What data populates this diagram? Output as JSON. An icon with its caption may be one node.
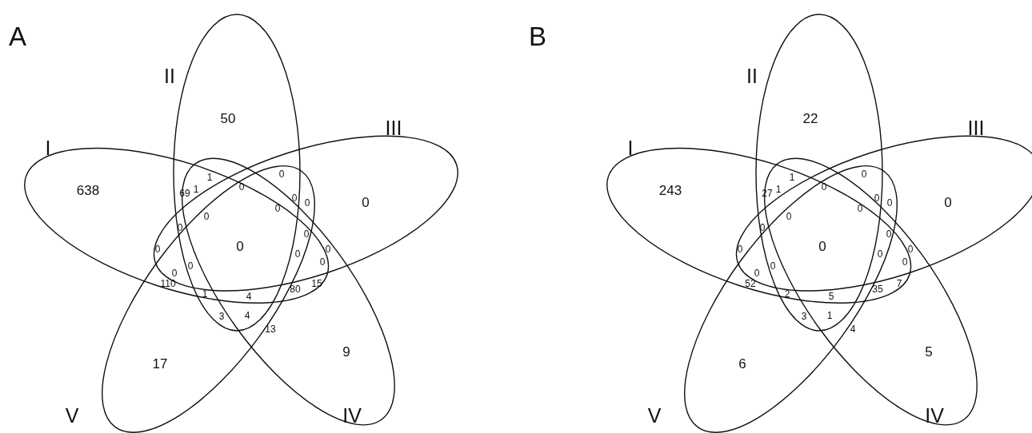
{
  "diagram": {
    "labels": [
      "A",
      "II",
      "50",
      "III",
      "I",
      "1",
      "0",
      "638",
      "69",
      "1",
      "0",
      "0",
      "0",
      "0",
      "0",
      "0",
      "0",
      "0",
      "0",
      "0",
      "0",
      "0",
      "0",
      "0",
      "0",
      "110",
      "15",
      "80",
      "1",
      "4",
      "3",
      "4",
      "13",
      "9",
      "17",
      "V",
      "IV",
      "B",
      "II",
      "22",
      "III",
      "I",
      "1",
      "0",
      "243",
      "27",
      "1",
      "0",
      "0",
      "0",
      "0",
      "0",
      "0",
      "0",
      "0",
      "0",
      "0",
      "0",
      "0",
      "0",
      "0",
      "0",
      "52",
      "7",
      "35",
      "2",
      "5",
      "3",
      "1",
      "4",
      "5",
      "6",
      "V",
      "IV"
    ]
  }
}
